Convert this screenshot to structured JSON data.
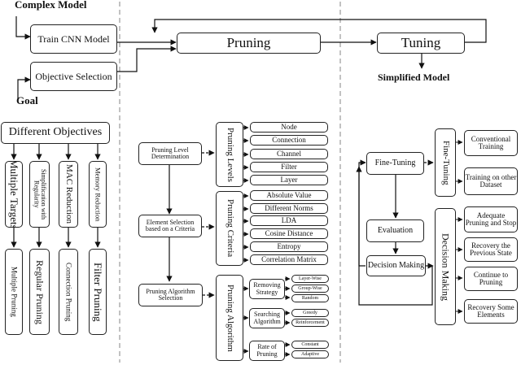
{
  "top": {
    "complex_model": "Complex Model",
    "goal": "Goal",
    "train_cnn": "Train CNN Model",
    "objective_selection": "Objective Selection",
    "pruning": "Pruning",
    "tuning": "Tuning",
    "simplified_model": "Simplified Model"
  },
  "objectives": {
    "title": "Different Objectives",
    "columns": [
      {
        "target": "Multiple Targets",
        "method": "Multiple Pruning"
      },
      {
        "target": "Simplification with Regularity",
        "method": "Regular Pruning"
      },
      {
        "target": "MAC Reduction",
        "method": "Connection Pruning"
      },
      {
        "target": "Memory Reduction",
        "method": "Filter Pruning"
      }
    ]
  },
  "pruning_section": {
    "steps": [
      "Pruning Level Determination",
      "Element Selection based on a Criteria",
      "Pruning Algorithm Selection"
    ],
    "levels_title": "Pruning Levels",
    "levels": [
      "Node",
      "Connection",
      "Channel",
      "Filter",
      "Layer"
    ],
    "criteria_title": "Pruning Criteria",
    "criteria": [
      "Absolute Value",
      "Different Norms",
      "LDA",
      "Cosine Distance",
      "Entropy",
      "Correlation Matrix"
    ],
    "algorithm_title": "Pruning Algorithm",
    "groups": [
      {
        "label": "Removing Strategy",
        "options": [
          "Layer-Wise",
          "Group-Wise",
          "Random"
        ]
      },
      {
        "label": "Searching Algorithm",
        "options": [
          "Greedy",
          "Reinforcement"
        ]
      },
      {
        "label": "Rate of Pruning",
        "options": [
          "Constant",
          "Adaptive"
        ]
      }
    ]
  },
  "tuning_section": {
    "steps": [
      "Fine-Tuning",
      "Evaluation",
      "Decision Making"
    ],
    "fine_tuning_title": "Fine-Tuning",
    "fine_tuning_options": [
      "Conventional Training",
      "Training on other Dataset"
    ],
    "decision_title": "Decision Making",
    "decision_options": [
      "Adequate Pruning and Stop",
      "Recovery the Previous State",
      "Continue to Pruning",
      "Recovery Some Elements"
    ]
  }
}
